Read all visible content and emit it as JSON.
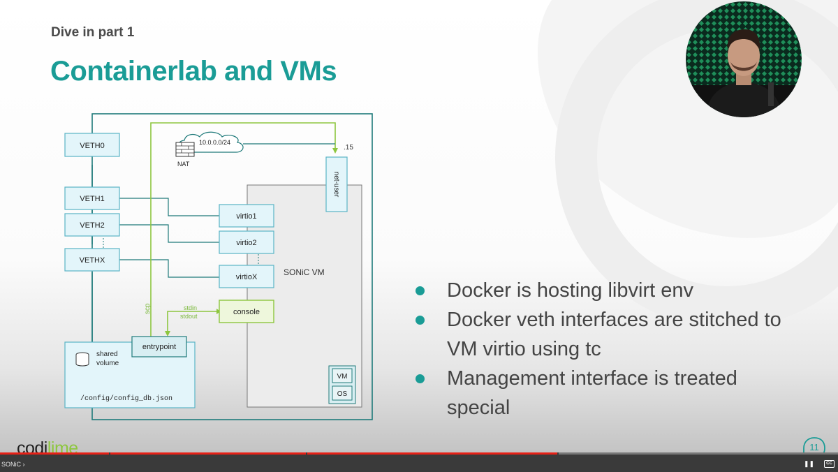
{
  "slide": {
    "kicker": "Dive in part 1",
    "title": "Containerlab and VMs",
    "page_number": "11",
    "colors": {
      "teal": "#1a9c96",
      "lime": "#8dc63f"
    },
    "bullets": [
      "Docker is hosting libvirt env",
      "Docker veth interfaces are stitched to VM virtio using tc",
      "Management interface is treated special"
    ]
  },
  "diagram": {
    "veths": [
      "VETH0",
      "VETH1",
      "VETH2",
      "VETHX"
    ],
    "nat_label": "NAT",
    "cloud_label": "10.0.0.0/24",
    "dot15_label": ".15",
    "net_user": "net-user",
    "virtios": [
      "virtio1",
      "virtio2",
      "virtioX"
    ],
    "sonic_vm": "SONiC VM",
    "console": "console",
    "scp": "scp",
    "stdin": "stdin",
    "stdout": "stdout",
    "entrypoint": "entrypoint",
    "shared_volume": [
      "shared",
      "volume"
    ],
    "config_path": "/config/config_db.json",
    "vm_badge": "VM",
    "os_badge": "OS"
  },
  "logo": {
    "part1": "codi",
    "part2": "lime"
  },
  "player": {
    "chapter": "SONiC",
    "progress": 0.665,
    "chapter_marks": [
      0.13,
      0.365,
      0.665
    ],
    "icons": [
      "chevron-right-icon",
      "pause-icon",
      "captions-icon"
    ]
  }
}
